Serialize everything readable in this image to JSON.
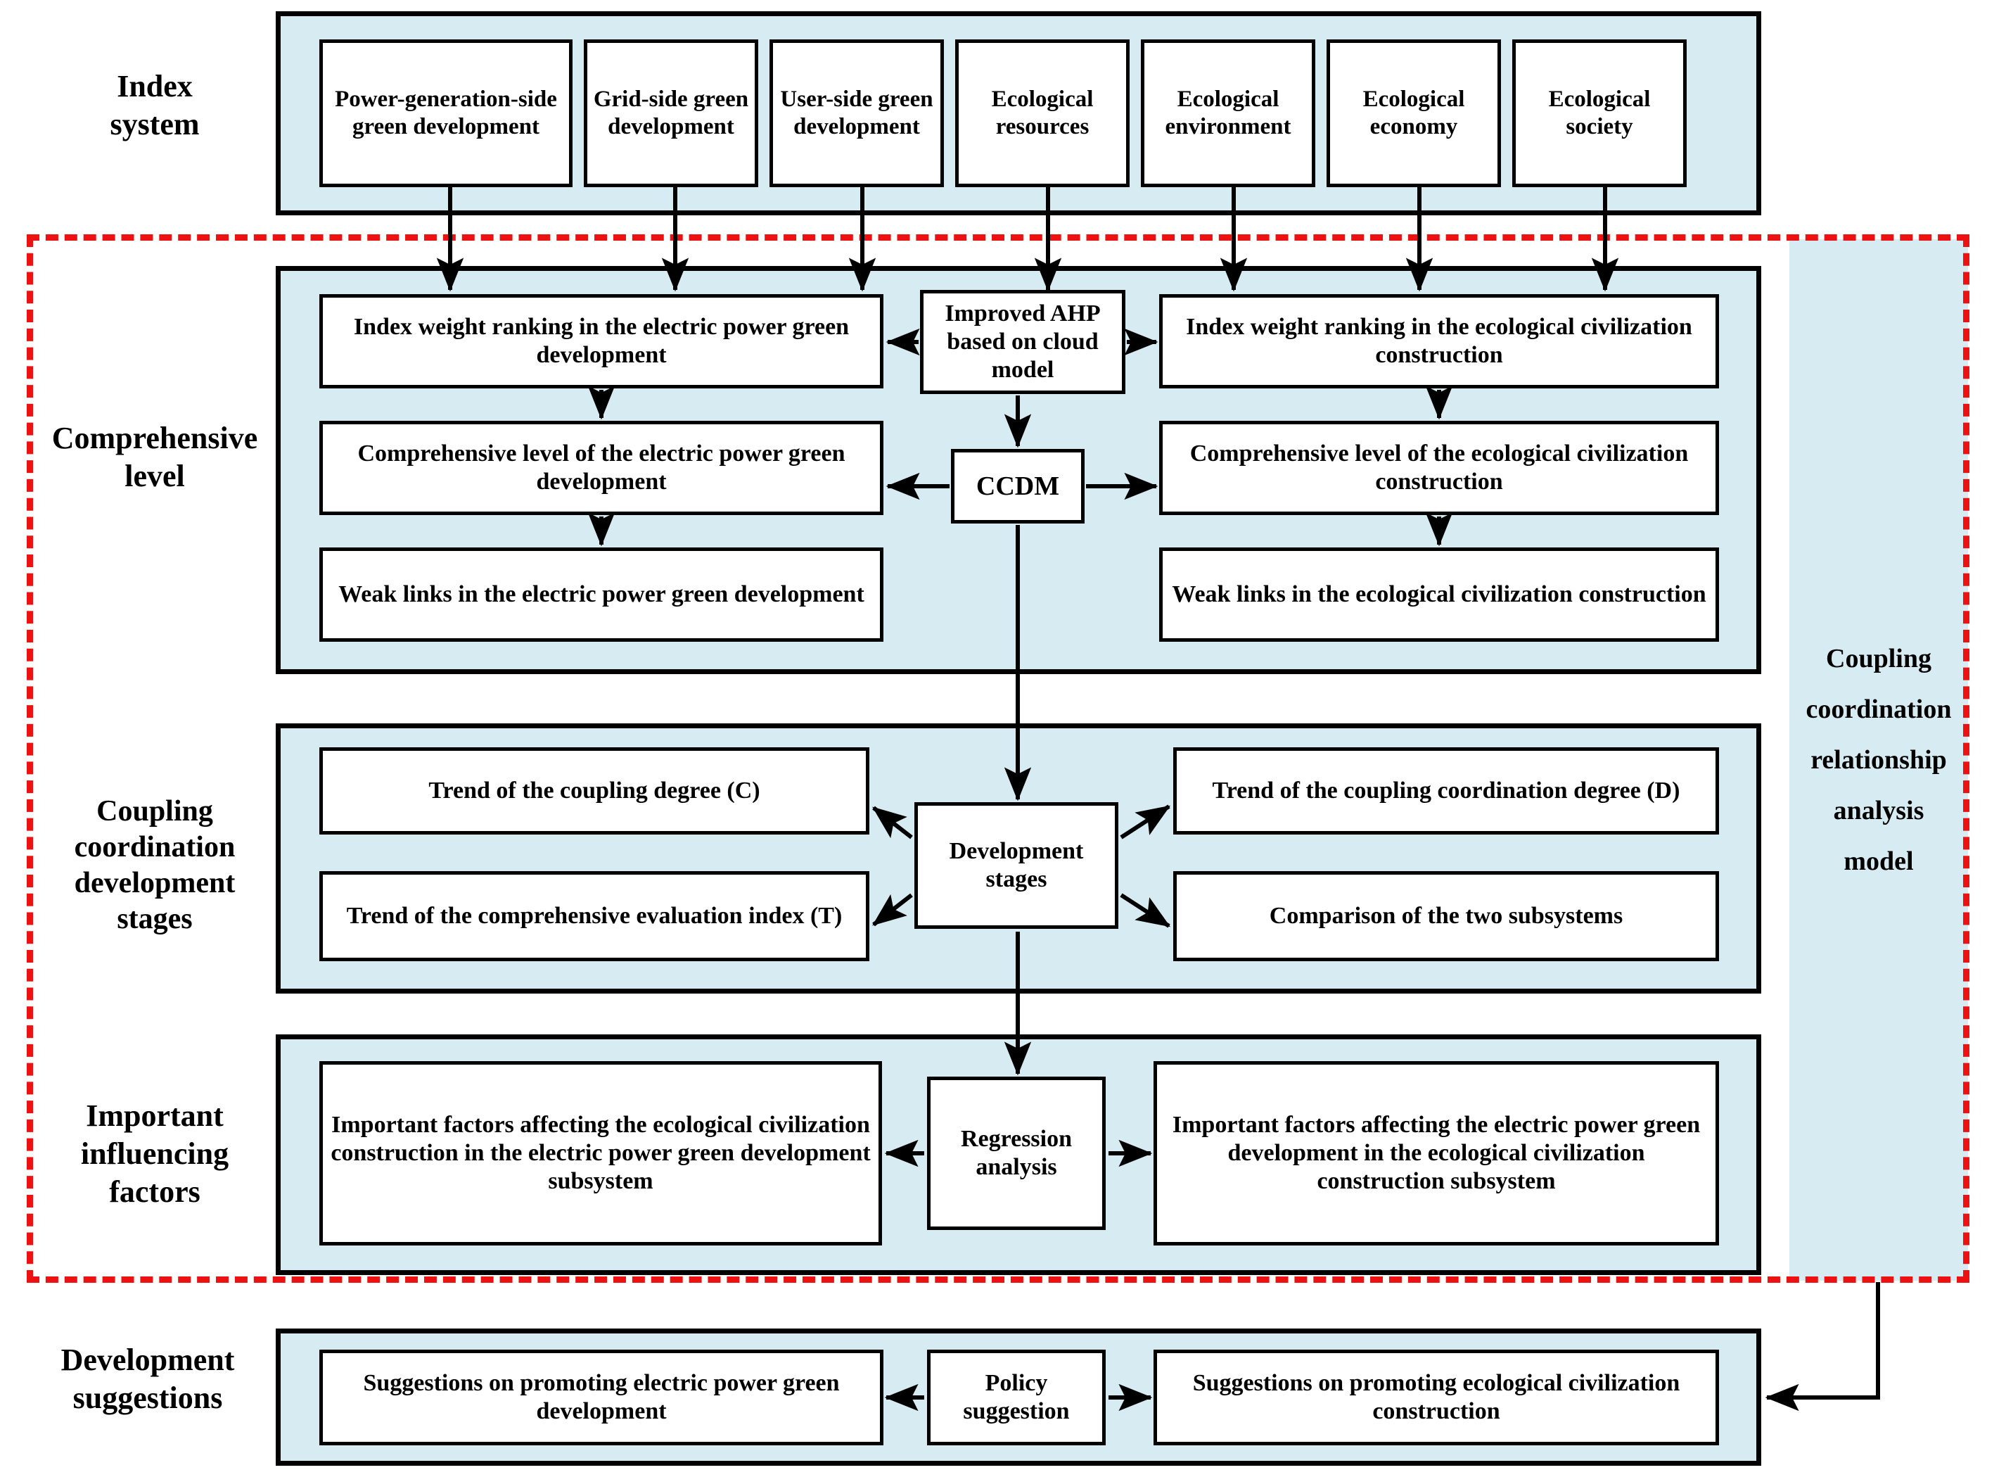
{
  "colors": {
    "band_fill": "#d6ecf2",
    "band_border": "#000000",
    "box_fill": "#ffffff",
    "box_border": "#000000",
    "dashed_border": "#ee1111",
    "arrow": "#000000",
    "side_panel_fill": "#d6ecf2"
  },
  "row_labels": {
    "index_system": "Index\nsystem",
    "comprehensive_level": "Comprehensive\nlevel",
    "coupling_stages": "Coupling\ncoordination\ndevelopment\nstages",
    "influencing_factors": "Important\ninfluencing\nfactors",
    "development_suggestions": "Development\nsuggestions"
  },
  "side_panel": {
    "label": "Coupling\ncoordination\nrelationship\nanalysis\nmodel"
  },
  "index_system": {
    "boxes": [
      "Power-generation-side green development",
      "Grid-side green development",
      "User-side green development",
      "Ecological resources",
      "Ecological environment",
      "Ecological economy",
      "Ecological society"
    ]
  },
  "comprehensive_level": {
    "left": [
      "Index weight ranking in the electric power green development",
      "Comprehensive level of the electric power green development",
      "Weak links in the electric power green development"
    ],
    "center": [
      "Improved AHP based on cloud model",
      "CCDM"
    ],
    "right": [
      "Index weight ranking in the ecological civilization construction",
      "Comprehensive level of the ecological civilization construction",
      "Weak links in the ecological civilization construction"
    ]
  },
  "coupling_stages": {
    "left": [
      "Trend of the coupling degree (C)",
      "Trend of the comprehensive evaluation index (T)"
    ],
    "center": "Development stages",
    "right": [
      "Trend of the coupling coordination degree (D)",
      "Comparison of the two subsystems"
    ]
  },
  "influencing_factors": {
    "left": "Important factors affecting the ecological civilization construction in the electric power green development subsystem",
    "center": "Regression analysis",
    "right": "Important factors affecting the electric power green development in the ecological civilization construction subsystem"
  },
  "development_suggestions": {
    "left": "Suggestions on promoting electric power green development",
    "center": "Policy suggestion",
    "right": "Suggestions on promoting ecological civilization construction"
  }
}
